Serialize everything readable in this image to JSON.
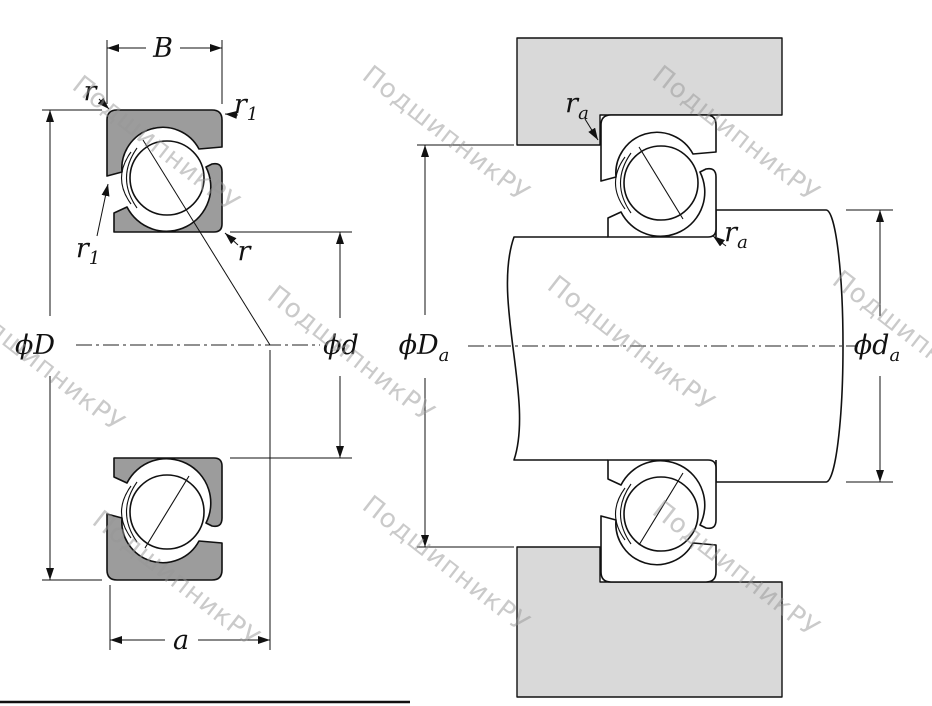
{
  "watermark": {
    "text": "ПодшипникРУ"
  },
  "left_view": {
    "dim_B": "B",
    "dim_r_top": "r",
    "dim_r1_top_main": "r",
    "dim_r1_top_sub": "1",
    "dim_r1_left_main": "r",
    "dim_r1_left_sub": "1",
    "dim_r_mid": "r",
    "dim_D": "ϕD",
    "dim_d": "ϕd",
    "dim_a": "a"
  },
  "right_view": {
    "dim_ra_top_main": "r",
    "dim_ra_top_sub": "a",
    "dim_ra_shaft_main": "r",
    "dim_ra_shaft_sub": "a",
    "dim_Da_main": "ϕD",
    "dim_Da_sub": "a",
    "dim_da_main": "ϕd",
    "dim_da_sub": "a"
  },
  "colors": {
    "ring_fill": "#9c9c9c",
    "housing_fill": "#d9d9d9",
    "outline": "#111111",
    "watermark": "#969696"
  }
}
